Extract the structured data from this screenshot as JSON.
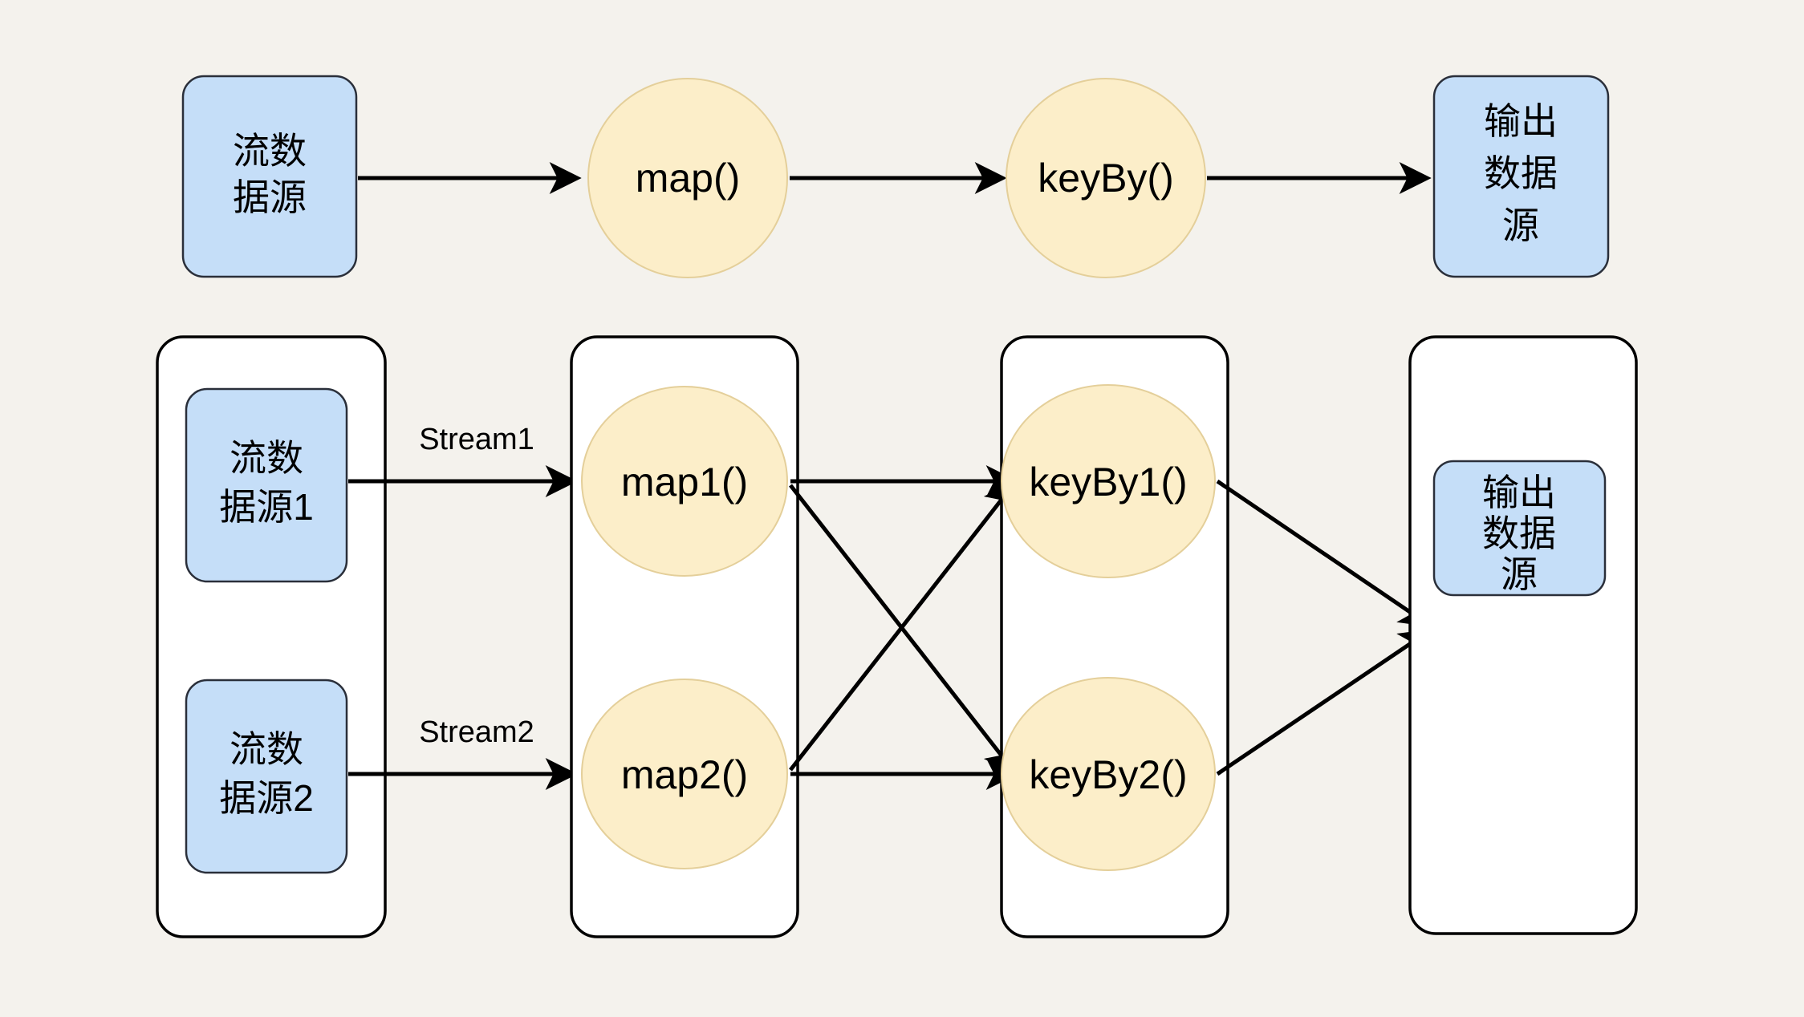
{
  "page": {
    "background_color": "#f4f2ed",
    "title": "Flink stream dataflow diagram"
  },
  "palette": {
    "source_fill": "#c5def8",
    "source_stroke": "#2a2f3a",
    "operator_fill": "#fceec9",
    "operator_stroke": "#e4cf9a",
    "group_fill": "#ffffff",
    "group_stroke": "#000000",
    "edge_color": "#000000",
    "text_color": "#000000"
  },
  "top_row": {
    "name": "single-parallelism-pipeline",
    "nodes": [
      {
        "id": "source",
        "shape": "rounded-rect",
        "lines": [
          "流数",
          "据源"
        ]
      },
      {
        "id": "map",
        "shape": "circle",
        "label": "map()"
      },
      {
        "id": "keyby",
        "shape": "circle",
        "label": "keyBy()"
      },
      {
        "id": "sink",
        "shape": "rounded-rect",
        "lines": [
          "输出",
          "数据",
          "源"
        ]
      }
    ],
    "edges": [
      {
        "from": "source",
        "to": "map",
        "label": ""
      },
      {
        "from": "map",
        "to": "keyby",
        "label": ""
      },
      {
        "from": "keyby",
        "to": "sink",
        "label": ""
      }
    ]
  },
  "bottom_row": {
    "name": "parallel-pipeline",
    "groups": [
      {
        "id": "source-group",
        "nodes": [
          {
            "id": "source1",
            "shape": "rounded-rect",
            "lines": [
              "流数",
              "据源1"
            ]
          },
          {
            "id": "source2",
            "shape": "rounded-rect",
            "lines": [
              "流数",
              "据源2"
            ]
          }
        ]
      },
      {
        "id": "map-group",
        "nodes": [
          {
            "id": "map1",
            "shape": "circle",
            "label": "map1()"
          },
          {
            "id": "map2",
            "shape": "circle",
            "label": "map2()"
          }
        ]
      },
      {
        "id": "keyby-group",
        "nodes": [
          {
            "id": "keyBy1",
            "shape": "circle",
            "label": "keyBy1()"
          },
          {
            "id": "keyBy2",
            "shape": "circle",
            "label": "keyBy2()"
          }
        ]
      },
      {
        "id": "sink-group",
        "nodes": [
          {
            "id": "sink2",
            "shape": "rounded-rect",
            "lines": [
              "输出",
              "数据",
              "源"
            ]
          }
        ]
      }
    ],
    "edges": [
      {
        "from": "source1",
        "to": "map1",
        "label": "Stream1"
      },
      {
        "from": "source2",
        "to": "map2",
        "label": "Stream2"
      },
      {
        "from": "map1",
        "to": "keyBy1",
        "label": ""
      },
      {
        "from": "map1",
        "to": "keyBy2",
        "label": ""
      },
      {
        "from": "map2",
        "to": "keyBy1",
        "label": ""
      },
      {
        "from": "map2",
        "to": "keyBy2",
        "label": ""
      },
      {
        "from": "keyBy1",
        "to": "sink2",
        "label": ""
      },
      {
        "from": "keyBy2",
        "to": "sink2",
        "label": ""
      }
    ]
  }
}
